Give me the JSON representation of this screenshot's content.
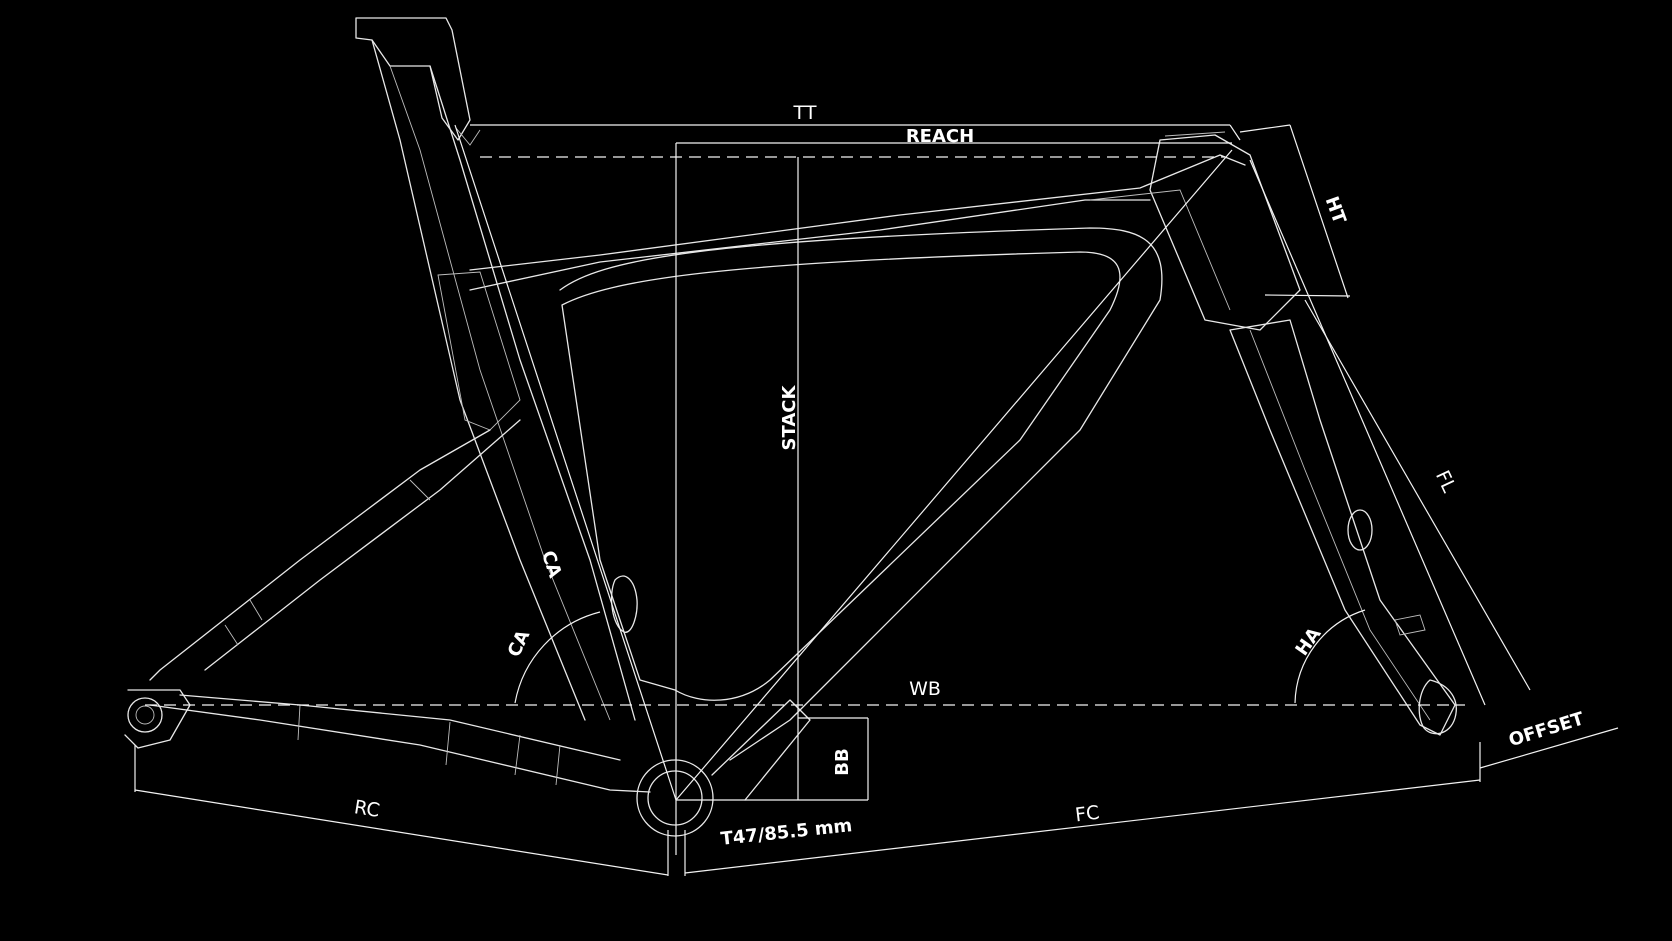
{
  "labels": {
    "tt": "TT",
    "reach": "REACH",
    "stack": "STACK",
    "ht": "HT",
    "fl": "FL",
    "ca_top": "CA",
    "ca_angle": "CA",
    "ha": "HA",
    "wb": "WB",
    "bb": "BB",
    "rc": "RC",
    "fc": "FC",
    "offset": "OFFSET",
    "bb_spec": "T47/85.5 mm"
  },
  "colors": {
    "background": "#000000",
    "lines": "#f2f2f2"
  }
}
